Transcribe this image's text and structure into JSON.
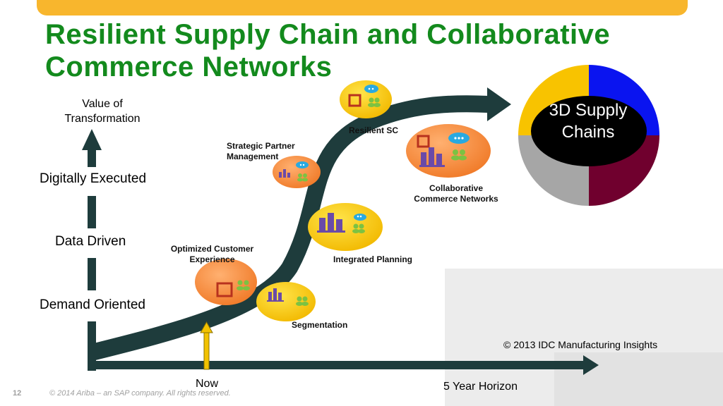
{
  "slide": {
    "title": "Resilient Supply Chain and Collaborative Commerce Networks",
    "page_number": "12",
    "footer": "© 2014 Ariba – an SAP company. All rights reserved.",
    "accent_color": "#f8b62d",
    "title_color": "#138a1d"
  },
  "y_axis": {
    "title": "Value of Transformation",
    "levels": [
      "Digitally Executed",
      "Data Driven",
      "Demand Oriented"
    ]
  },
  "x_axis": {
    "start_label": "Now",
    "end_label": "5 Year Horizon"
  },
  "stages": [
    {
      "label": "Optimized Customer Experience",
      "color": "#f58a3d",
      "icon": "box-and-people-icon"
    },
    {
      "label": "Segmentation",
      "color": "#f7c300",
      "icon": "bars-and-people-icon"
    },
    {
      "label": "Integrated Planning",
      "color": "#f7c300",
      "icon": "bars-and-cloud-icon"
    },
    {
      "label": "Strategic Partner Management",
      "color": "#f58a3d",
      "icon": "bars-cloud-people-icon"
    },
    {
      "label": "Resilient SC",
      "color": "#f7c300",
      "icon": "box-cloud-people-icon"
    },
    {
      "label": "Collaborative Commerce Networks",
      "color": "#f58a3d",
      "icon": "box-bars-cloud-people-icon"
    }
  ],
  "pie": {
    "center_label": "3D Supply Chains",
    "segment_colors": [
      "#f8c300",
      "#0a14f0",
      "#70002e",
      "#a6a6a6"
    ]
  },
  "source": "© 2013 IDC Manufacturing Insights"
}
